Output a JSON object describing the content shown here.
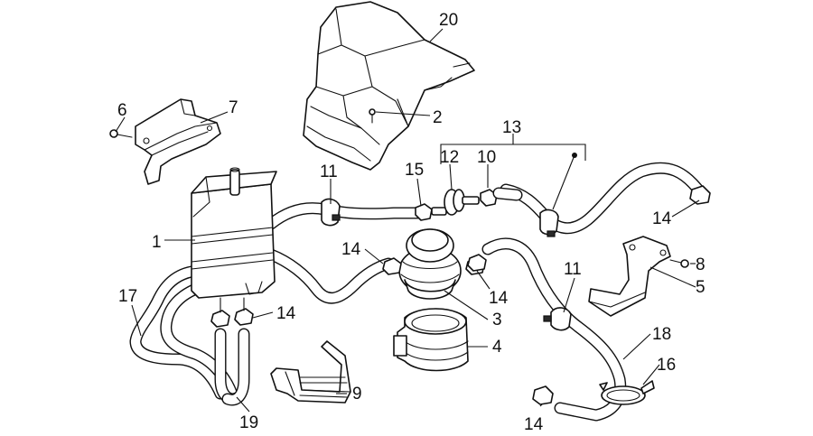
{
  "diagram": {
    "callouts": [
      {
        "id": "c1",
        "text": "1"
      },
      {
        "id": "c2",
        "text": "2"
      },
      {
        "id": "c3",
        "text": "3"
      },
      {
        "id": "c4",
        "text": "4"
      },
      {
        "id": "c5",
        "text": "5"
      },
      {
        "id": "c6",
        "text": "6"
      },
      {
        "id": "c7",
        "text": "7"
      },
      {
        "id": "c8",
        "text": "8"
      },
      {
        "id": "c9",
        "text": "9"
      },
      {
        "id": "c10",
        "text": "10"
      },
      {
        "id": "c11a",
        "text": "11"
      },
      {
        "id": "c11b",
        "text": "11"
      },
      {
        "id": "c12",
        "text": "12"
      },
      {
        "id": "c13",
        "text": "13"
      },
      {
        "id": "c14a",
        "text": "14"
      },
      {
        "id": "c14b",
        "text": "14"
      },
      {
        "id": "c14c",
        "text": "14"
      },
      {
        "id": "c14d",
        "text": "14"
      },
      {
        "id": "c14e",
        "text": "14"
      },
      {
        "id": "c15",
        "text": "15"
      },
      {
        "id": "c16",
        "text": "16"
      },
      {
        "id": "c17",
        "text": "17"
      },
      {
        "id": "c18",
        "text": "18"
      },
      {
        "id": "c19",
        "text": "19"
      },
      {
        "id": "c20",
        "text": "20"
      }
    ]
  }
}
